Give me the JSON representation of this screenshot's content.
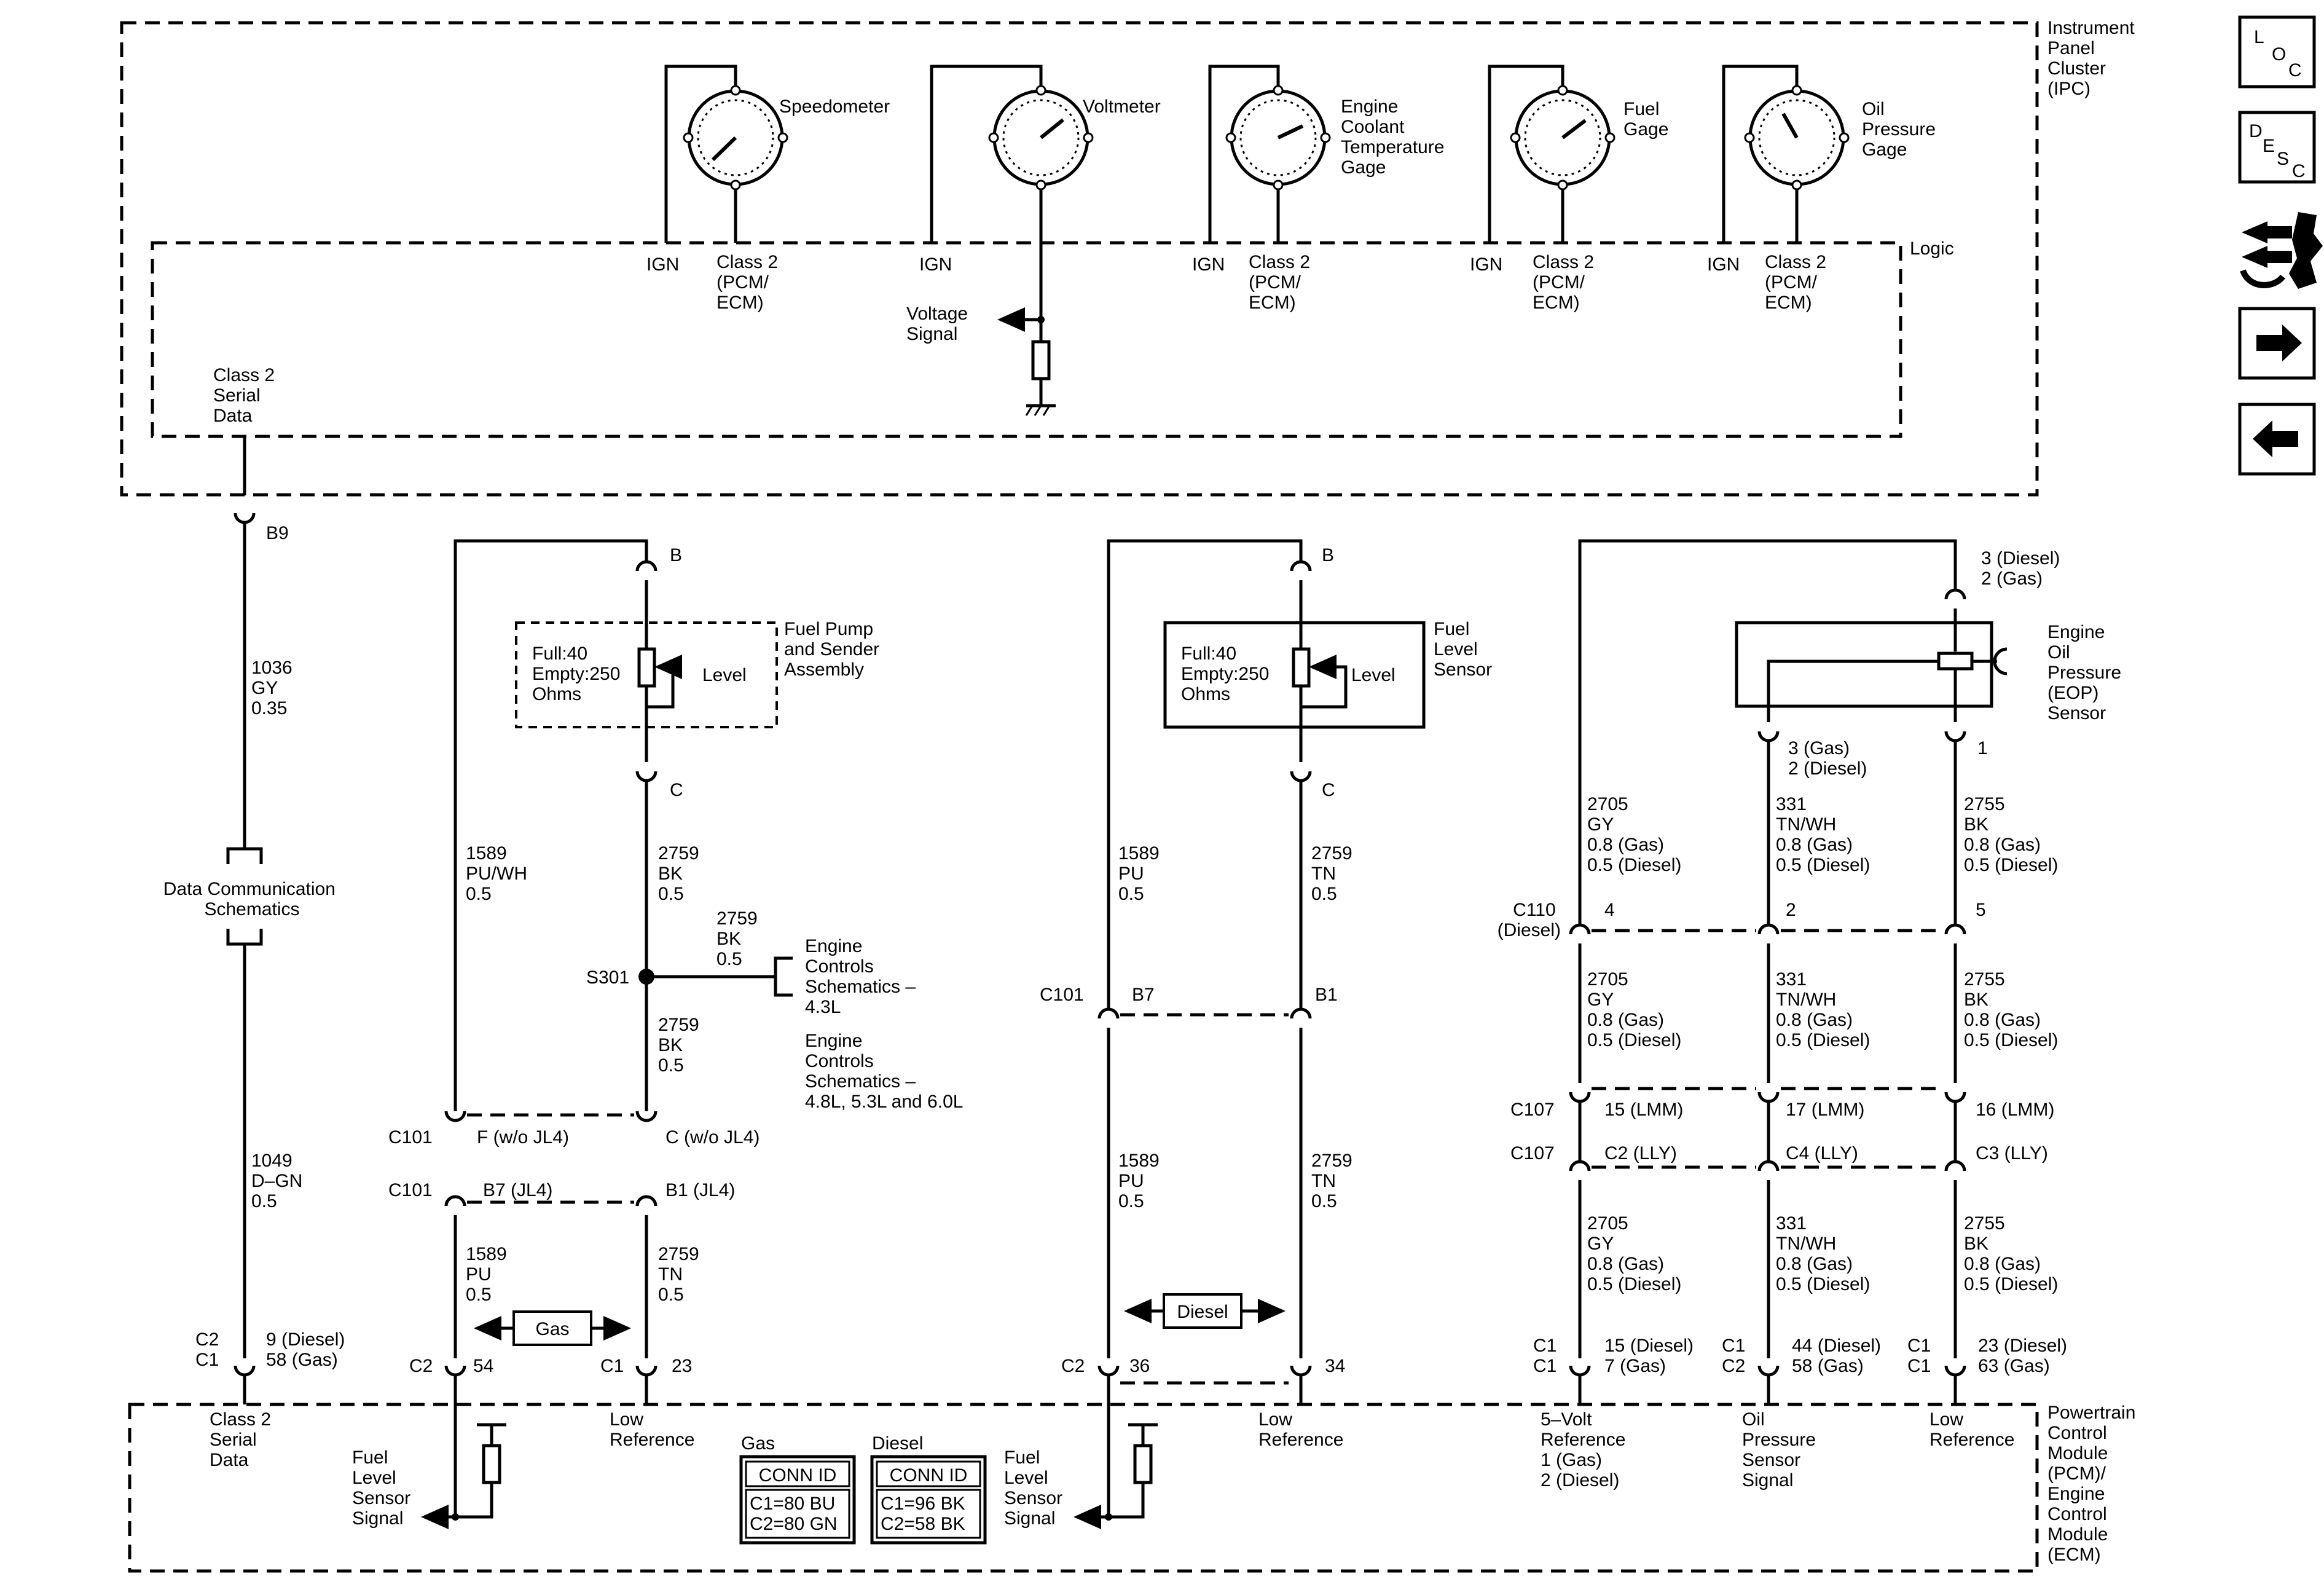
{
  "blocks": {
    "ipc": [
      "Instrument",
      "Panel",
      "Cluster",
      "(IPC)"
    ],
    "logic": "Logic",
    "pcm": [
      "Powertrain",
      "Control",
      "Module",
      "(PCM)/",
      "Engine",
      "Control",
      "Module",
      "(ECM)"
    ]
  },
  "gauges": {
    "speedometer": [
      "Speedometer"
    ],
    "voltmeter": [
      "Voltmeter"
    ],
    "ect": [
      "Engine",
      "Coolant",
      "Temperature",
      "Gage"
    ],
    "fuel": [
      "Fuel",
      "Gage"
    ],
    "oil": [
      "Oil",
      "Pressure",
      "Gage"
    ]
  },
  "ipc_pins": {
    "ign": "IGN",
    "class2": [
      "Class 2",
      "(PCM/",
      "ECM)"
    ],
    "voltage_signal": [
      "Voltage",
      "Signal"
    ],
    "class2_serial": [
      "Class 2",
      "Serial",
      "Data"
    ]
  },
  "nav": {
    "loc": [
      "L",
      "O",
      "C"
    ],
    "desc": [
      "D",
      "E",
      "S",
      "C"
    ],
    "icons": [
      "connector-icon",
      "next-arrow-icon",
      "prev-arrow-icon"
    ]
  },
  "serial_circuit": {
    "conn_top": "B9",
    "wire_top": [
      "1036",
      "GY",
      "0.35"
    ],
    "ref": [
      "Data Communication",
      "Schematics"
    ],
    "wire_bottom": [
      "1049",
      "D–GN",
      "0.5"
    ],
    "conn_bottom": [
      "C2",
      "C1"
    ],
    "pins_bottom": [
      "9 (Diesel)",
      "58 (Gas)"
    ],
    "pcm_label": [
      "Class 2",
      "Serial",
      "Data"
    ]
  },
  "gas_circuit": {
    "pin_b": "B",
    "pin_c": "C",
    "assembly": [
      "Fuel Pump",
      "and Sender",
      "Assembly"
    ],
    "sender": [
      "Full:40",
      "Empty:250",
      "Ohms"
    ],
    "level": "Level",
    "left_wire": [
      "1589",
      "PU/WH",
      "0.5"
    ],
    "right_wire_1": [
      "2759",
      "BK",
      "0.5"
    ],
    "splice_wire": [
      "2759",
      "BK",
      "0.5"
    ],
    "splice": "S301",
    "right_wire_2": [
      "2759",
      "BK",
      "0.5"
    ],
    "ref_43": [
      "Engine",
      "Controls",
      "Schematics –",
      "4.3L"
    ],
    "ref_48": [
      "Engine",
      "Controls",
      "Schematics –",
      "4.8L, 5.3L and 6.0L"
    ],
    "c101a": "C101",
    "c101a_left": "F (w/o JL4)",
    "c101a_right": "C (w/o JL4)",
    "c101b": "C101",
    "c101b_left": "B7 (JL4)",
    "c101b_right": "B1 (JL4)",
    "left_wire_low": [
      "1589",
      "PU",
      "0.5"
    ],
    "right_wire_low": [
      "2759",
      "TN",
      "0.5"
    ],
    "tag": "Gas",
    "c2": "C2",
    "c2_pin": "54",
    "c1": "C1",
    "c1_pin": "23",
    "fuel_signal": [
      "Fuel",
      "Level",
      "Sensor",
      "Signal"
    ],
    "low_ref": [
      "Low",
      "Reference"
    ]
  },
  "diesel_circuit": {
    "pin_b": "B",
    "pin_c": "C",
    "sensor_name": [
      "Fuel",
      "Level",
      "Sensor"
    ],
    "sender": [
      "Full:40",
      "Empty:250",
      "Ohms"
    ],
    "level": "Level",
    "left_wire": [
      "1589",
      "PU",
      "0.5"
    ],
    "right_wire": [
      "2759",
      "TN",
      "0.5"
    ],
    "c101": "C101",
    "c101_left": "B7",
    "c101_right": "B1",
    "left_wire_low": [
      "1589",
      "PU",
      "0.5"
    ],
    "right_wire_low": [
      "2759",
      "TN",
      "0.5"
    ],
    "tag": "Diesel",
    "c2": "C2",
    "c2_pin": "36",
    "c1_pin": "34",
    "fuel_signal": [
      "Fuel",
      "Level",
      "Sensor",
      "Signal"
    ],
    "low_ref": [
      "Low",
      "Reference"
    ]
  },
  "conn_tables": {
    "gas": {
      "title": "Gas",
      "header": "CONN ID",
      "rows": [
        "C1=80 BU",
        "C2=80 GN"
      ]
    },
    "diesel": {
      "title": "Diesel",
      "header": "CONN ID",
      "rows": [
        "C1=96 BK",
        "C2=58 BK"
      ]
    }
  },
  "eop_circuit": {
    "top_pins": [
      "3 (Diesel)",
      "2 (Gas)"
    ],
    "sensor": [
      "Engine",
      "Oil",
      "Pressure",
      "(EOP)",
      "Sensor"
    ],
    "pin_mid": [
      "3 (Gas)",
      "2 (Diesel)"
    ],
    "pin_right": "1",
    "col1_wire": [
      "2705",
      "GY",
      "0.8 (Gas)",
      "0.5 (Diesel)"
    ],
    "col2_wire": [
      "331",
      "TN/WH",
      "0.8 (Gas)",
      "0.5 (Diesel)"
    ],
    "col3_wire": [
      "2755",
      "BK",
      "0.8 (Gas)",
      "0.5 (Diesel)"
    ],
    "c110": [
      "C110",
      "(Diesel)"
    ],
    "c110_pins": [
      "4",
      "2",
      "5"
    ],
    "c107": "C107",
    "c107a_pins": [
      "15 (LMM)",
      "17 (LMM)",
      "16 (LMM)"
    ],
    "c107b_pins": [
      "C2 (LLY)",
      "C4 (LLY)",
      "C3 (LLY)"
    ],
    "bottom_conns": [
      [
        "C1",
        "C1"
      ],
      [
        "C1",
        "C2"
      ],
      [
        "C1",
        "C1"
      ]
    ],
    "bottom_pins": [
      [
        "15 (Diesel)",
        "7 (Gas)"
      ],
      [
        "44 (Diesel)",
        "58 (Gas)"
      ],
      [
        "23 (Diesel)",
        "63 (Gas)"
      ]
    ],
    "pcm_labels": [
      [
        "5–Volt",
        "Reference",
        "1 (Gas)",
        "2 (Diesel)"
      ],
      [
        "Oil",
        "Pressure",
        "Sensor",
        "Signal"
      ],
      [
        "Low",
        "Reference"
      ]
    ]
  }
}
